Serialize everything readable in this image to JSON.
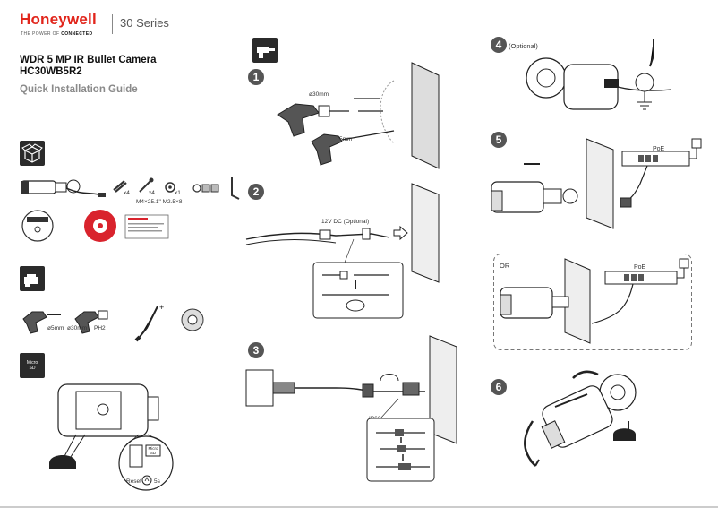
{
  "brand": {
    "name": "Honeywell",
    "tagline_prefix": "THE POWER OF ",
    "tagline_bold": "CONNECTED",
    "series": "30 Series"
  },
  "product": {
    "title": "WDR 5 MP IR Bullet Camera",
    "model": "HC30WB5R2",
    "guide": "Quick Installation Guide"
  },
  "left": {
    "package_counts": [
      "x4",
      "x4",
      "x1"
    ],
    "screw_spec": "M4×25.1\"  M2.5×8",
    "tools": [
      "ø5mm",
      "ø30mm",
      "PH2"
    ],
    "micro_sd_icon": [
      "Micro",
      "SD"
    ],
    "micro_sd_slot": [
      "Micro",
      "SD"
    ],
    "reset_label": "Reset",
    "reset_time": "5s"
  },
  "steps": {
    "s1": {
      "number": "1",
      "d30": "ø30mm",
      "d5": "ø5mm"
    },
    "s2": {
      "number": "2",
      "dc_label": "12V DC (Optional)"
    },
    "s3": {
      "number": "3",
      "ip_label": "IP66"
    },
    "s4": {
      "number": "4",
      "label": "(Optional)"
    },
    "s5": {
      "number": "5",
      "poe": "PoE",
      "or": "OR",
      "poe2": "PoE"
    },
    "s6": {
      "number": "6"
    }
  },
  "colors": {
    "brand_red": "#e1251b",
    "dark": "#2b2b2b",
    "badge": "#555555",
    "disc_red": "#d9232d"
  }
}
